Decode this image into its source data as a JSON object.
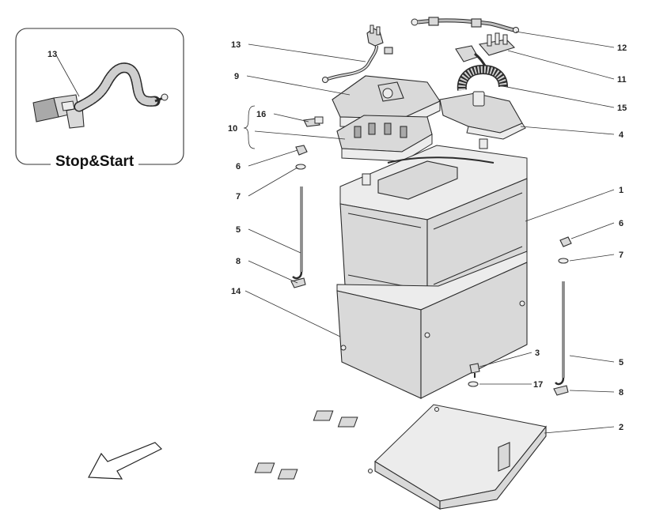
{
  "inset": {
    "label": "Stop&Start",
    "callout": "13"
  },
  "callouts": {
    "c13": "13",
    "c9": "9",
    "c16": "16",
    "c10": "10",
    "c6a": "6",
    "c7a": "7",
    "c5a": "5",
    "c8a": "8",
    "c14": "14",
    "c12": "12",
    "c11": "11",
    "c15": "15",
    "c4": "4",
    "c1": "1",
    "c6b": "6",
    "c7b": "7",
    "c3": "3",
    "c5b": "5",
    "c17": "17",
    "c8b": "8",
    "c2": "2"
  },
  "icons": {
    "orientation_arrow": "direction-arrow-icon"
  }
}
